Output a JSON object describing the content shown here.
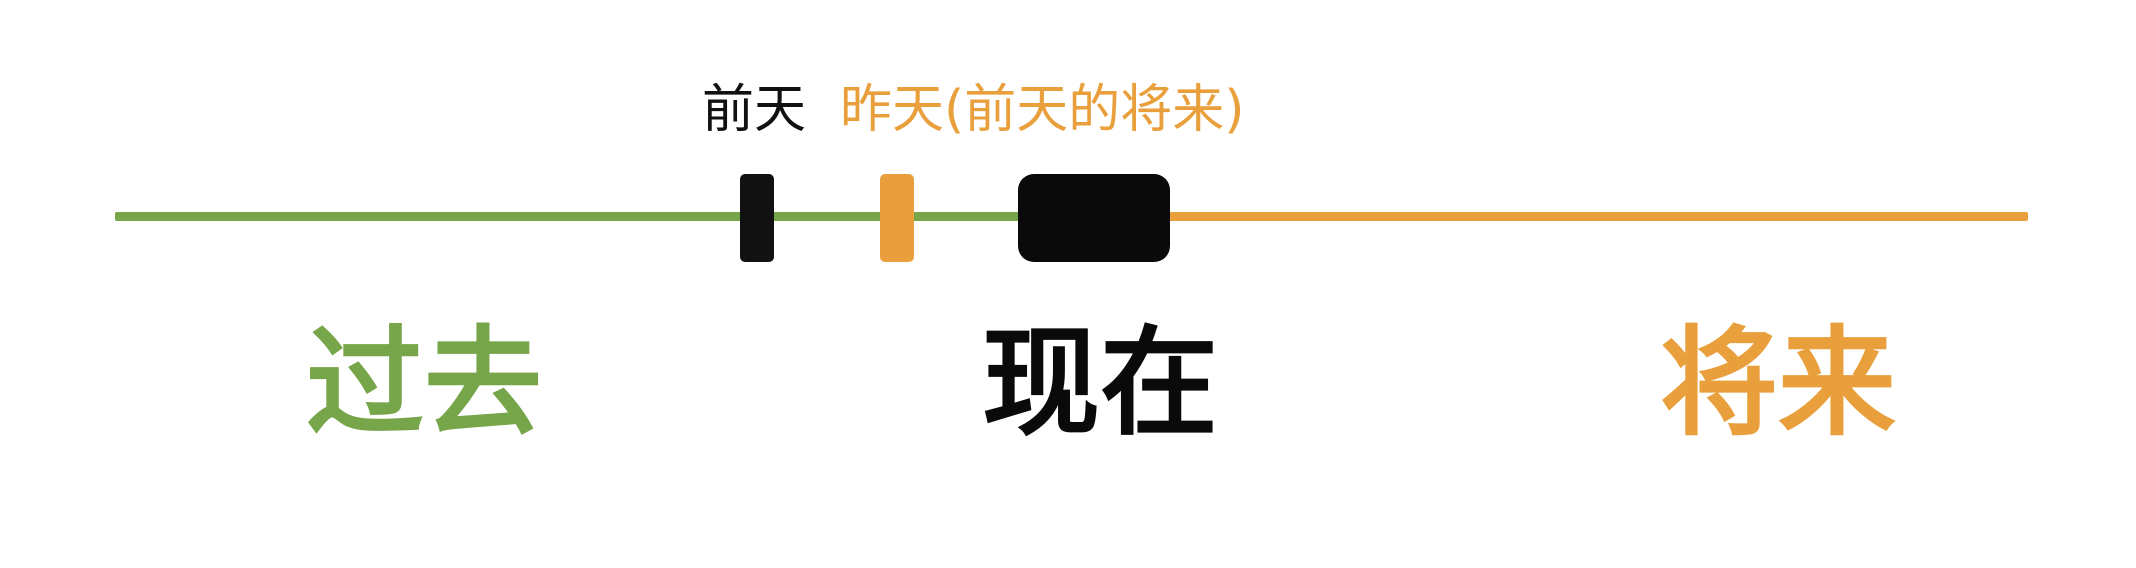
{
  "colors": {
    "past": "#76a54a",
    "future": "#e9a03c",
    "now": "#0a0a0a",
    "day_before": "#111111"
  },
  "labels": {
    "day_before": "前天",
    "yesterday": "昨天(前天的将来)",
    "past": "过去",
    "now": "现在",
    "future": "将来"
  }
}
